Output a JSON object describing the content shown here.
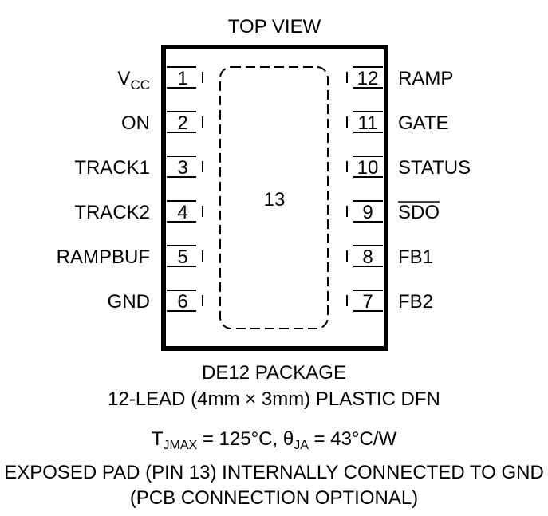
{
  "view_label": "TOP VIEW",
  "left_pins": [
    {
      "num": "1",
      "label": "V",
      "label_sub": "CC",
      "overline": false
    },
    {
      "num": "2",
      "label": "ON",
      "label_sub": "",
      "overline": false
    },
    {
      "num": "3",
      "label": "TRACK1",
      "label_sub": "",
      "overline": false
    },
    {
      "num": "4",
      "label": "TRACK2",
      "label_sub": "",
      "overline": false
    },
    {
      "num": "5",
      "label": "RAMPBUF",
      "label_sub": "",
      "overline": false
    },
    {
      "num": "6",
      "label": "GND",
      "label_sub": "",
      "overline": false
    }
  ],
  "right_pins": [
    {
      "num": "12",
      "label": "RAMP",
      "overline": false
    },
    {
      "num": "11",
      "label": "GATE",
      "overline": false
    },
    {
      "num": "10",
      "label": "STATUS",
      "overline": false
    },
    {
      "num": "9",
      "label": "SDO",
      "overline": true
    },
    {
      "num": "8",
      "label": "FB1",
      "overline": false
    },
    {
      "num": "7",
      "label": "FB2",
      "overline": false
    }
  ],
  "exposed_pad_num": "13",
  "package": {
    "name": "DE12 PACKAGE",
    "description": "12-LEAD (4mm × 3mm) PLASTIC DFN"
  },
  "thermal": {
    "t_symbol": "T",
    "t_sub": "JMAX",
    "t_value": " = 125°C, ",
    "theta_symbol": "θ",
    "theta_sub": "JA",
    "theta_value": " = 43°C/W"
  },
  "note_line1": "EXPOSED PAD (PIN 13) INTERNALLY CONNECTED TO GND",
  "note_line2": "(PCB CONNECTION OPTIONAL)"
}
